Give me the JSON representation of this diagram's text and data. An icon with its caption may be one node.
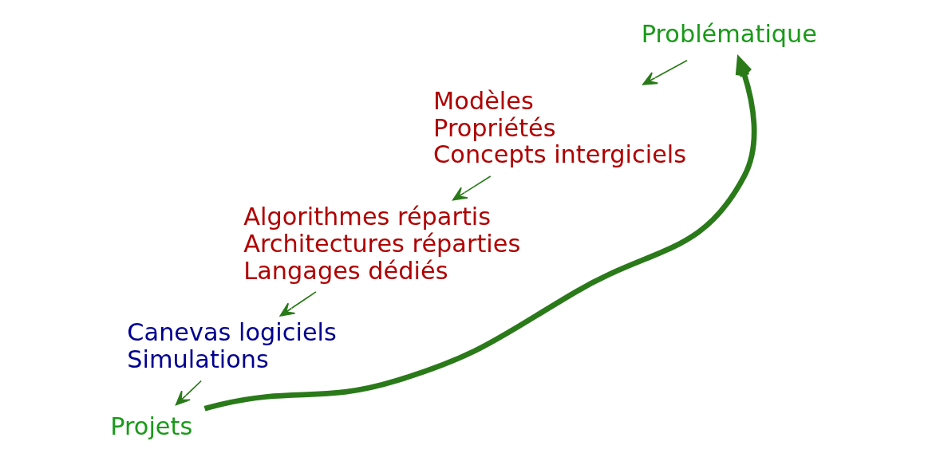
{
  "diagram": {
    "nodes": [
      {
        "text": [
          "Problématique"
        ]
      },
      {
        "text": [
          "Modèles",
          "Propriétés",
          "Concepts intergiciels"
        ]
      },
      {
        "text": [
          "Algorithmes répartis",
          "Architectures réparties",
          "Langages dédiés"
        ]
      },
      {
        "text": [
          "Canevas logiciels",
          "Simulations"
        ]
      },
      {
        "text": [
          "Projets"
        ]
      }
    ],
    "edges": [
      {
        "from": 0,
        "to": 1,
        "arrow": "to"
      },
      {
        "from": 1,
        "to": 2,
        "arrow": "to"
      },
      {
        "from": 2,
        "to": 3,
        "arrow": "to"
      },
      {
        "from": 3,
        "to": 4,
        "arrow": "to"
      },
      {
        "from": 4,
        "to": 0,
        "arrow": "to",
        "style": "thick"
      }
    ]
  }
}
